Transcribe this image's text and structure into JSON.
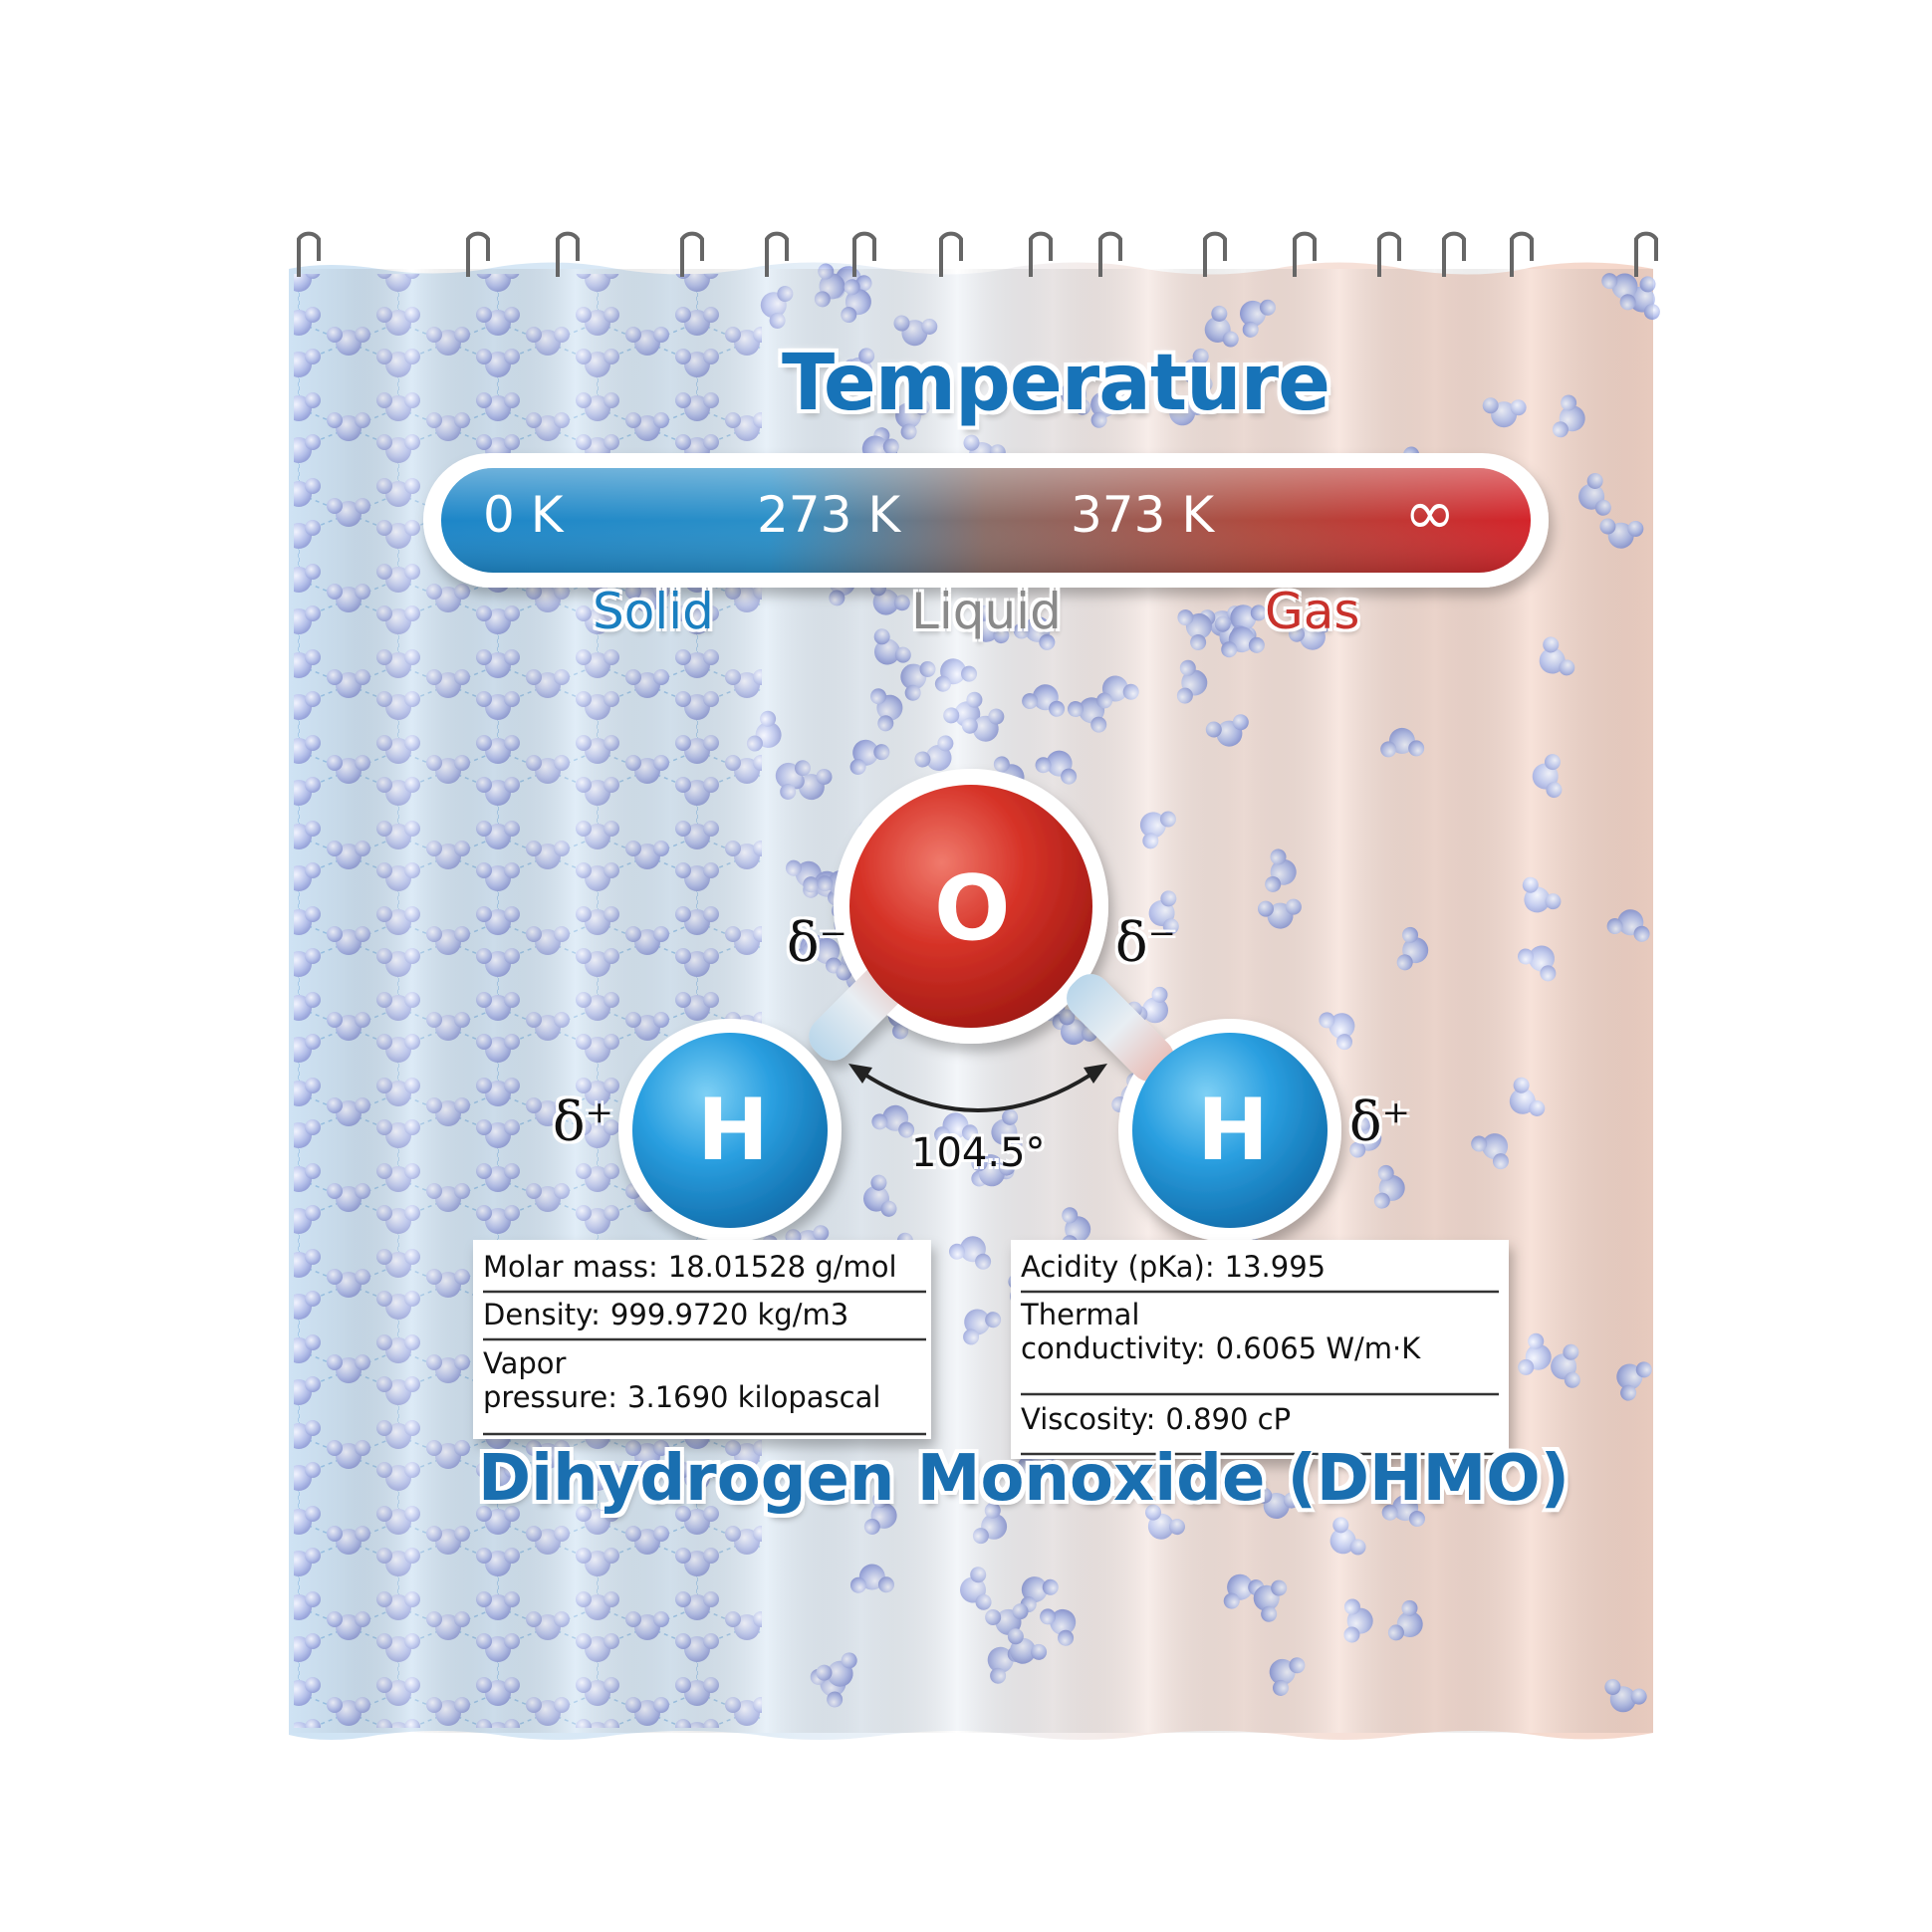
{
  "title": "Temperature",
  "scale": {
    "labels": [
      "0 K",
      "273 K",
      "373 K",
      "∞"
    ]
  },
  "phases": [
    {
      "label": "Solid",
      "color": "#1a7fc0"
    },
    {
      "label": "Liquid",
      "color": "#8a8a8a"
    },
    {
      "label": "Gas",
      "color": "#c8312b"
    }
  ],
  "molecule": {
    "oxygen": "O",
    "hydrogen": "H",
    "charge_minus": "δ⁻",
    "charge_plus": "δ⁺",
    "angle": "104.5°"
  },
  "properties": {
    "left": [
      {
        "lines": [
          "Molar mass:"
        ],
        "value": "18.01528 g/mol"
      },
      {
        "lines": [
          "Density:"
        ],
        "value": "999.9720 kg/m3"
      },
      {
        "lines": [
          "Vapor",
          "pressure:"
        ],
        "value": "3.1690 kilopascal"
      }
    ],
    "right": [
      {
        "lines": [
          "Acidity (pKa):"
        ],
        "value": "13.995"
      },
      {
        "lines": [
          "Thermal",
          "conductivity:"
        ],
        "value": "0.6065 W/m·K"
      },
      {
        "lines": [
          "Viscosity:"
        ],
        "value": "0.890 cP"
      }
    ]
  },
  "footer": "Dihydrogen Monoxide (DHMO)",
  "colors": {
    "blue": "#1773b8",
    "red": "#c8312b",
    "hydrogen": "#2a9fe0",
    "oxygen": "#d42a22"
  }
}
